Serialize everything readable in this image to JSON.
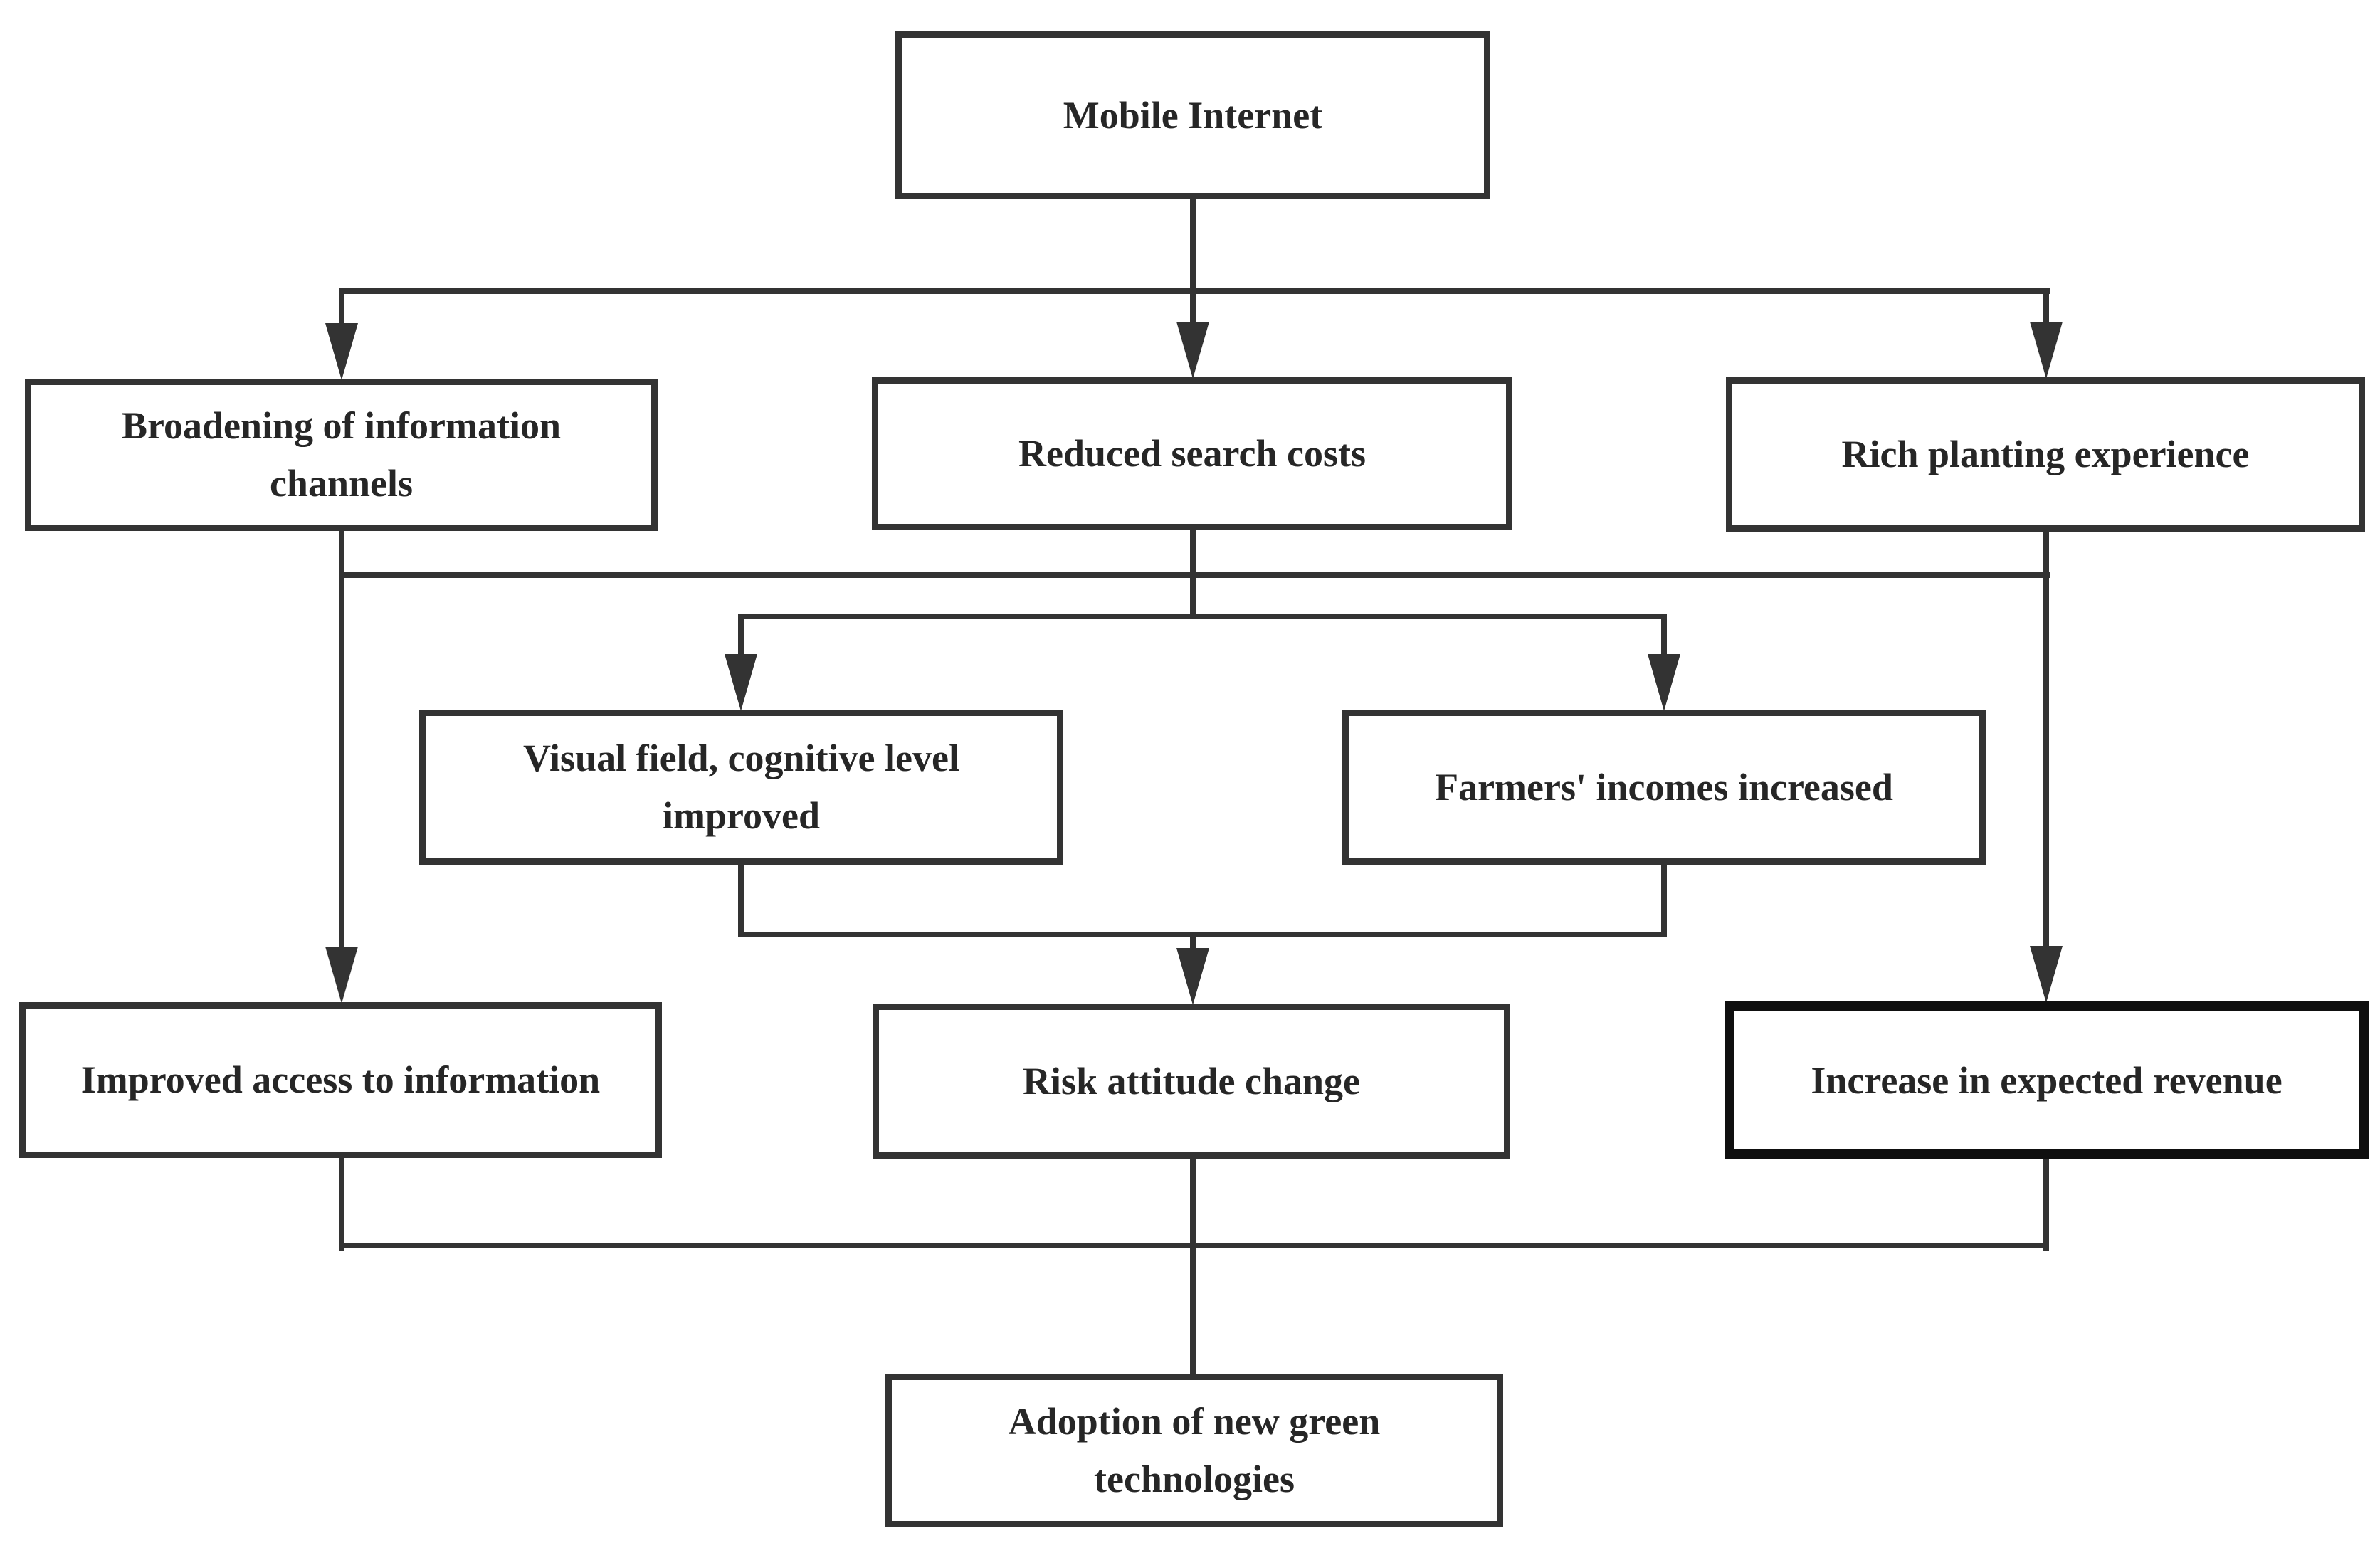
{
  "diagram": {
    "title": "Mobile Internet and adoption of new green technologies flowchart",
    "colors": {
      "background": "#ffffff",
      "line": "#333333",
      "text": "#262626",
      "emphasized_border": "#0f0f0f"
    },
    "nodes": {
      "mobile_internet": {
        "label": "Mobile Internet"
      },
      "broadening_channels": {
        "label": "Broadening of information channels"
      },
      "reduced_search_costs": {
        "label": "Reduced search costs"
      },
      "rich_planting_experience": {
        "label": "Rich planting experience"
      },
      "visual_field": {
        "label": "Visual field, cognitive level improved"
      },
      "farmers_incomes": {
        "label": "Farmers' incomes increased"
      },
      "improved_access": {
        "label": "Improved access to information"
      },
      "risk_attitude": {
        "label": "Risk attitude change"
      },
      "expected_revenue": {
        "label": "Increase in expected revenue"
      },
      "adoption_green_tech": {
        "label": "Adoption of new green technologies"
      }
    },
    "edges": [
      {
        "from": "mobile_internet",
        "to": "broadening_channels",
        "arrow": true
      },
      {
        "from": "mobile_internet",
        "to": "reduced_search_costs",
        "arrow": true
      },
      {
        "from": "mobile_internet",
        "to": "rich_planting_experience",
        "arrow": true
      },
      {
        "from": "broadening_channels",
        "to": "improved_access",
        "arrow": true
      },
      {
        "from": "broadening_channels",
        "to": "visual_field",
        "arrow": true
      },
      {
        "from": "broadening_channels",
        "to": "farmers_incomes",
        "arrow": true
      },
      {
        "from": "reduced_search_costs",
        "to": "visual_field",
        "arrow": true
      },
      {
        "from": "reduced_search_costs",
        "to": "farmers_incomes",
        "arrow": true
      },
      {
        "from": "rich_planting_experience",
        "to": "visual_field",
        "arrow": true
      },
      {
        "from": "rich_planting_experience",
        "to": "farmers_incomes",
        "arrow": true
      },
      {
        "from": "rich_planting_experience",
        "to": "expected_revenue",
        "arrow": true
      },
      {
        "from": "visual_field",
        "to": "risk_attitude",
        "arrow": true
      },
      {
        "from": "farmers_incomes",
        "to": "risk_attitude",
        "arrow": true
      },
      {
        "from": "improved_access",
        "to": "adoption_green_tech",
        "arrow": false
      },
      {
        "from": "risk_attitude",
        "to": "adoption_green_tech",
        "arrow": false
      },
      {
        "from": "expected_revenue",
        "to": "adoption_green_tech",
        "arrow": false
      }
    ]
  }
}
